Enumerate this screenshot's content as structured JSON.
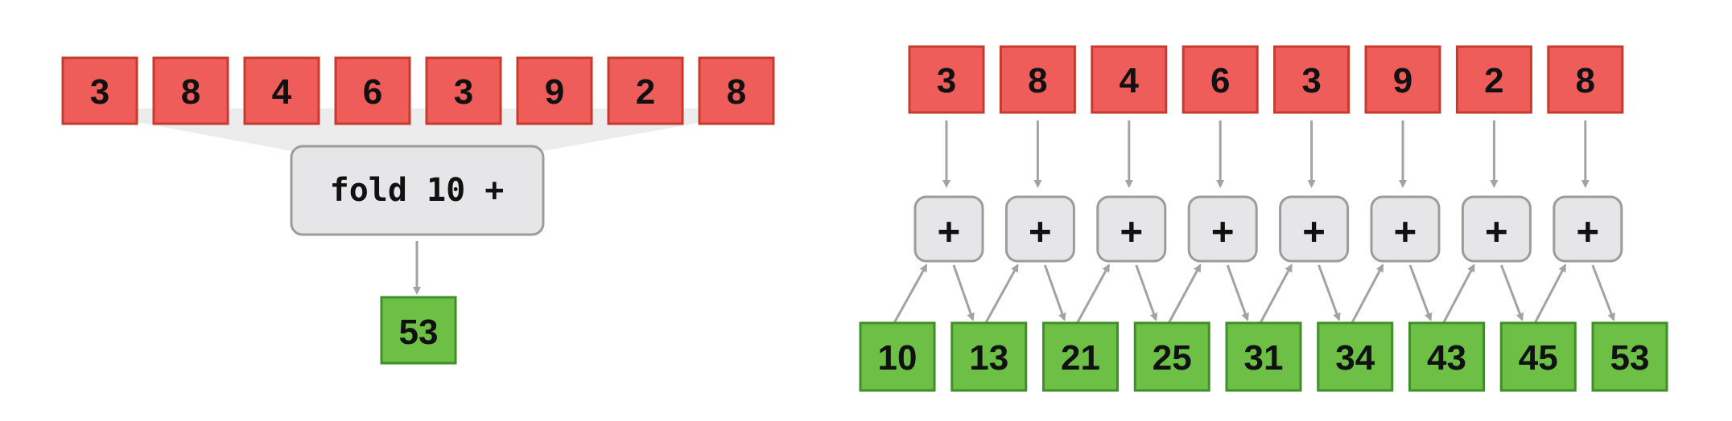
{
  "colors": {
    "input_fill": "#ee5d5a",
    "input_stroke": "#c83a2c",
    "output_fill": "#6dbf45",
    "output_stroke": "#3f8f2a",
    "op_fill": "#e6e6e8",
    "op_stroke": "#9c9c9c",
    "arrow": "#a3a3a3",
    "funnel": "#ececec",
    "text": "#111111"
  },
  "fold": {
    "inputs": [
      "3",
      "8",
      "4",
      "6",
      "3",
      "9",
      "2",
      "8"
    ],
    "operation_label": "fold 10 +",
    "result": "53"
  },
  "scan": {
    "inputs": [
      "3",
      "8",
      "4",
      "6",
      "3",
      "9",
      "2",
      "8"
    ],
    "operator": "+",
    "outputs": [
      "10",
      "13",
      "21",
      "25",
      "31",
      "34",
      "43",
      "45",
      "53"
    ]
  }
}
